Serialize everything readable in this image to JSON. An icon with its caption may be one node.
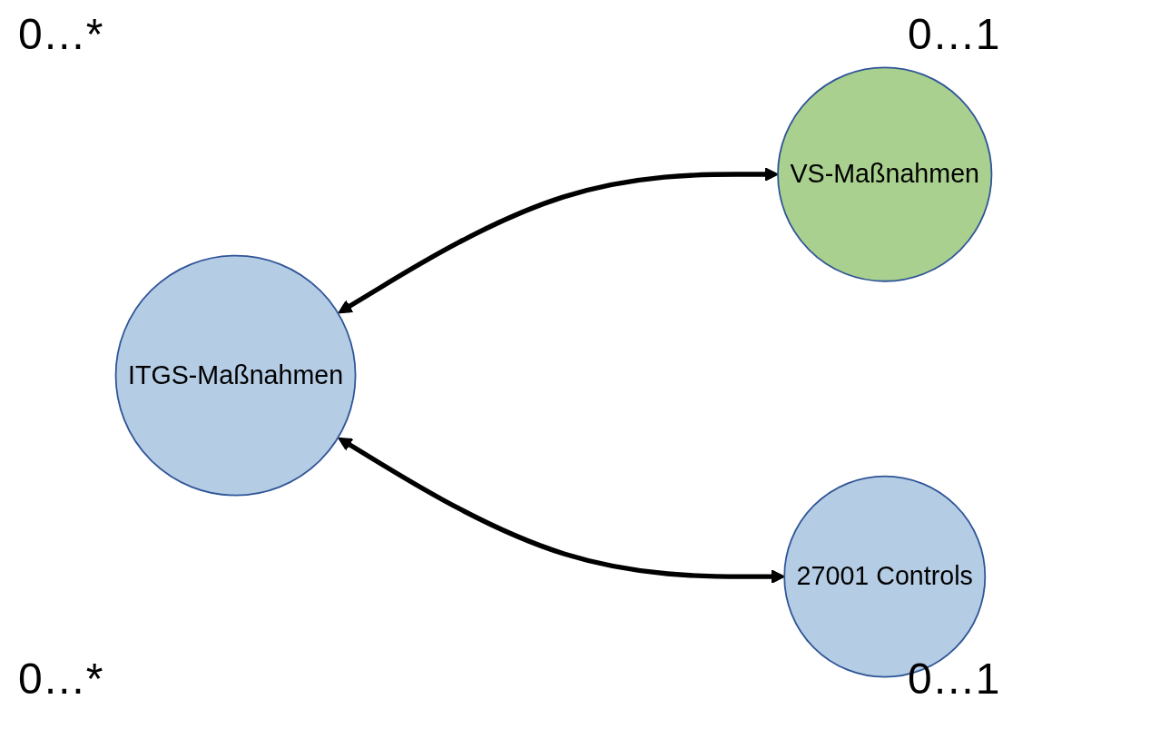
{
  "diagram": {
    "nodes": [
      {
        "text": [
          "ITGS-Maßnahmen"
        ]
      },
      {
        "text": [
          "VS-Maßnahmen"
        ]
      },
      {
        "text": [
          "27001 Controls"
        ]
      }
    ],
    "edges": [
      {
        "from": 0,
        "to": 1,
        "arrow": "both"
      },
      {
        "from": 0,
        "to": 2,
        "arrow": "both"
      }
    ],
    "labels": [
      "0…*",
      "0…1",
      "0…*",
      "0…1"
    ]
  }
}
